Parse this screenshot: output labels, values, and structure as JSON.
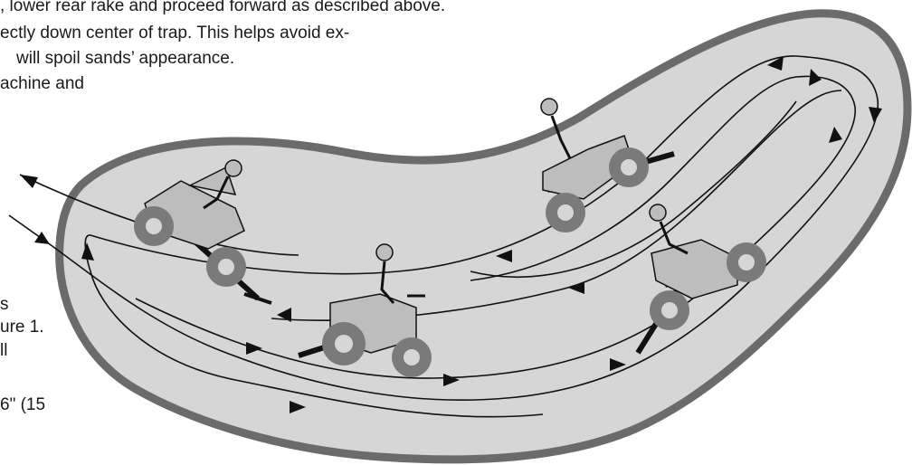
{
  "text_lines": [
    ", lower rear rake and proceed forward as described above.",
    "ectly down center of trap. This helps avoid ex-",
    "will spoil sands’ appearance.",
    "achine and",
    "s",
    "ure 1.",
    "ll",
    "6\" (15"
  ],
  "colors": {
    "sand_fill": "#d6d6d6",
    "trap_border": "#6b6b6b",
    "line": "#111111",
    "machine_body": "#bdbdbd",
    "wheel": "#7a7a7a"
  }
}
